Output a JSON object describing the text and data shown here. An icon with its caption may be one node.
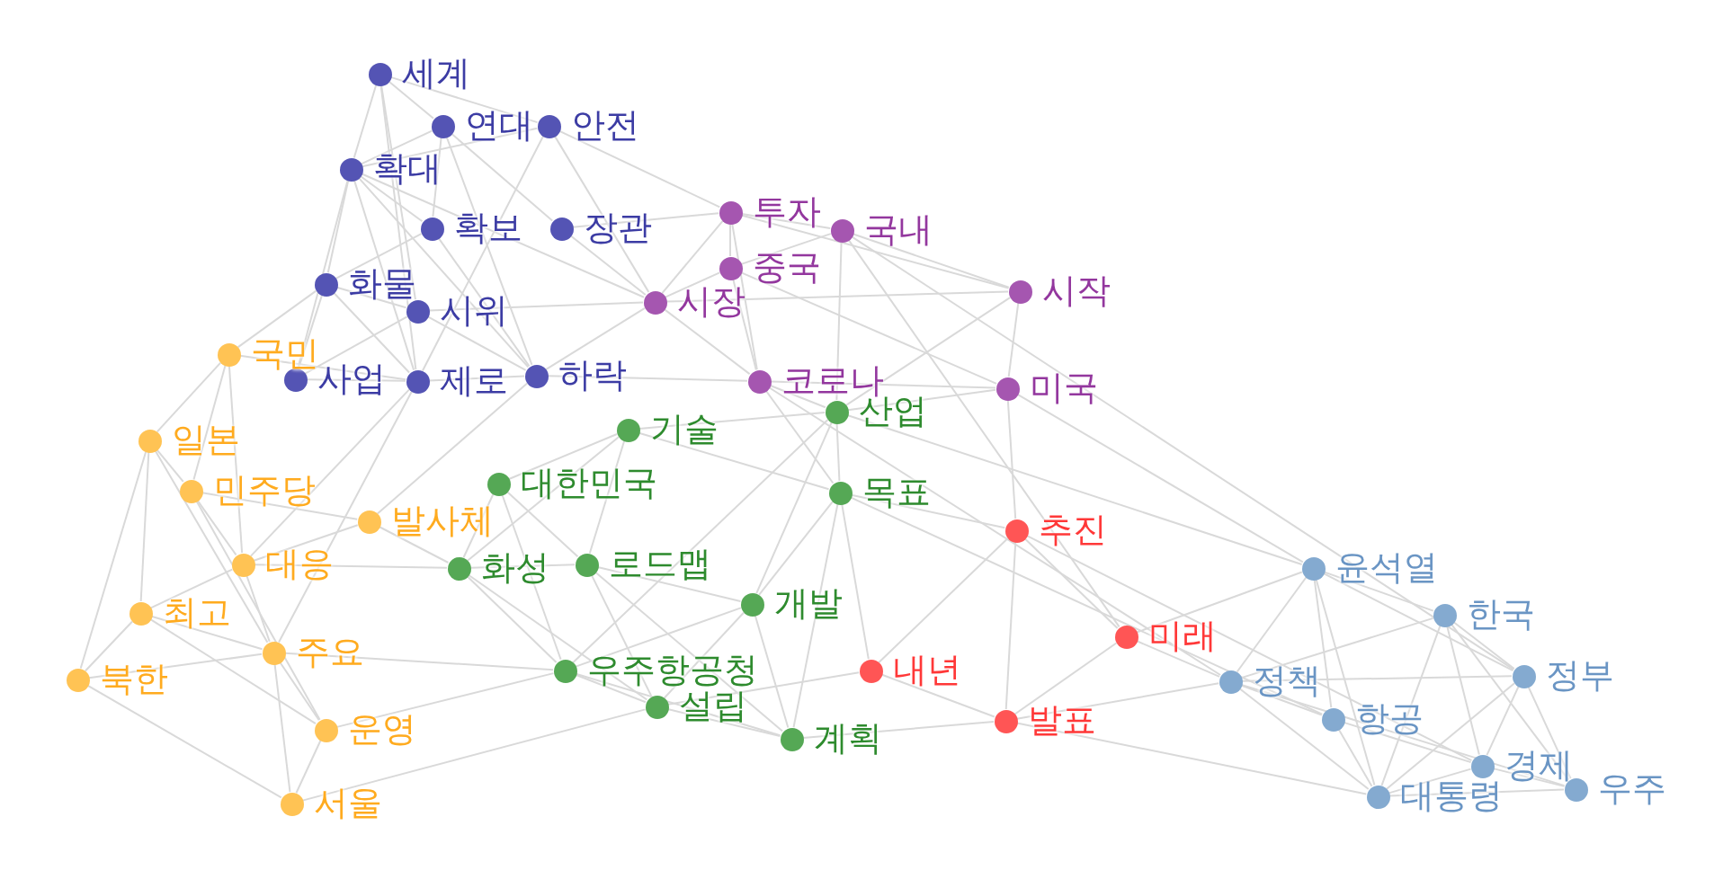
{
  "diagram": {
    "nodes": [
      {
        "text": [
          "세계"
        ]
      },
      {
        "text": [
          "연대"
        ]
      },
      {
        "text": [
          "안전"
        ]
      },
      {
        "text": [
          "확대"
        ]
      },
      {
        "text": [
          "확보"
        ]
      },
      {
        "text": [
          "장관"
        ]
      },
      {
        "text": [
          "화물"
        ]
      },
      {
        "text": [
          "시위"
        ]
      },
      {
        "text": [
          "사업"
        ]
      },
      {
        "text": [
          "제로"
        ]
      },
      {
        "text": [
          "하락"
        ]
      },
      {
        "text": [
          "투자"
        ]
      },
      {
        "text": [
          "국내"
        ]
      },
      {
        "text": [
          "중국"
        ]
      },
      {
        "text": [
          "시장"
        ]
      },
      {
        "text": [
          "시작"
        ]
      },
      {
        "text": [
          "코로나"
        ]
      },
      {
        "text": [
          "미국"
        ]
      },
      {
        "text": [
          "기술"
        ]
      },
      {
        "text": [
          "산업"
        ]
      },
      {
        "text": [
          "대한민국"
        ]
      },
      {
        "text": [
          "목표"
        ]
      },
      {
        "text": [
          "화성"
        ]
      },
      {
        "text": [
          "로드맵"
        ]
      },
      {
        "text": [
          "개발"
        ]
      },
      {
        "text": [
          "우주항공청"
        ]
      },
      {
        "text": [
          "설립"
        ]
      },
      {
        "text": [
          "계획"
        ]
      },
      {
        "text": [
          "국민"
        ]
      },
      {
        "text": [
          "일본"
        ]
      },
      {
        "text": [
          "민주당"
        ]
      },
      {
        "text": [
          "발사체"
        ]
      },
      {
        "text": [
          "대응"
        ]
      },
      {
        "text": [
          "최고"
        ]
      },
      {
        "text": [
          "주요"
        ]
      },
      {
        "text": [
          "북한"
        ]
      },
      {
        "text": [
          "운영"
        ]
      },
      {
        "text": [
          "서울"
        ]
      },
      {
        "text": [
          "추진"
        ]
      },
      {
        "text": [
          "미래"
        ]
      },
      {
        "text": [
          "내년"
        ]
      },
      {
        "text": [
          "발표"
        ]
      },
      {
        "text": [
          "윤석열"
        ]
      },
      {
        "text": [
          "한국"
        ]
      },
      {
        "text": [
          "정부"
        ]
      },
      {
        "text": [
          "정책"
        ]
      },
      {
        "text": [
          "항공"
        ]
      },
      {
        "text": [
          "경제"
        ]
      },
      {
        "text": [
          "대통령"
        ]
      },
      {
        "text": [
          "우주"
        ]
      }
    ],
    "edges": [
      {
        "from": 0,
        "to": 1,
        "arrow": "none"
      },
      {
        "from": 0,
        "to": 2,
        "arrow": "none"
      },
      {
        "from": 0,
        "to": 3,
        "arrow": "none"
      },
      {
        "from": 0,
        "to": 7,
        "arrow": "none"
      },
      {
        "from": 0,
        "to": 9,
        "arrow": "none"
      },
      {
        "from": 1,
        "to": 3,
        "arrow": "none"
      },
      {
        "from": 1,
        "to": 4,
        "arrow": "none"
      },
      {
        "from": 1,
        "to": 5,
        "arrow": "none"
      },
      {
        "from": 1,
        "to": 10,
        "arrow": "none"
      },
      {
        "from": 2,
        "to": 3,
        "arrow": "none"
      },
      {
        "from": 2,
        "to": 9,
        "arrow": "none"
      },
      {
        "from": 2,
        "to": 14,
        "arrow": "none"
      },
      {
        "from": 2,
        "to": 11,
        "arrow": "none"
      },
      {
        "from": 3,
        "to": 6,
        "arrow": "none"
      },
      {
        "from": 3,
        "to": 8,
        "arrow": "none"
      },
      {
        "from": 3,
        "to": 9,
        "arrow": "none"
      },
      {
        "from": 3,
        "to": 4,
        "arrow": "none"
      },
      {
        "from": 3,
        "to": 10,
        "arrow": "none"
      },
      {
        "from": 3,
        "to": 14,
        "arrow": "none"
      },
      {
        "from": 4,
        "to": 6,
        "arrow": "none"
      },
      {
        "from": 4,
        "to": 10,
        "arrow": "none"
      },
      {
        "from": 5,
        "to": 11,
        "arrow": "none"
      },
      {
        "from": 5,
        "to": 14,
        "arrow": "none"
      },
      {
        "from": 6,
        "to": 7,
        "arrow": "none"
      },
      {
        "from": 6,
        "to": 8,
        "arrow": "none"
      },
      {
        "from": 6,
        "to": 9,
        "arrow": "none"
      },
      {
        "from": 6,
        "to": 28,
        "arrow": "none"
      },
      {
        "from": 7,
        "to": 10,
        "arrow": "none"
      },
      {
        "from": 7,
        "to": 14,
        "arrow": "none"
      },
      {
        "from": 8,
        "to": 9,
        "arrow": "none"
      },
      {
        "from": 8,
        "to": 7,
        "arrow": "none"
      },
      {
        "from": 9,
        "to": 10,
        "arrow": "none"
      },
      {
        "from": 9,
        "to": 32,
        "arrow": "none"
      },
      {
        "from": 9,
        "to": 34,
        "arrow": "none"
      },
      {
        "from": 10,
        "to": 16,
        "arrow": "none"
      },
      {
        "from": 10,
        "to": 14,
        "arrow": "none"
      },
      {
        "from": 10,
        "to": 31,
        "arrow": "none"
      },
      {
        "from": 11,
        "to": 12,
        "arrow": "none"
      },
      {
        "from": 11,
        "to": 13,
        "arrow": "none"
      },
      {
        "from": 11,
        "to": 14,
        "arrow": "none"
      },
      {
        "from": 11,
        "to": 16,
        "arrow": "none"
      },
      {
        "from": 11,
        "to": 15,
        "arrow": "none"
      },
      {
        "from": 12,
        "to": 13,
        "arrow": "none"
      },
      {
        "from": 12,
        "to": 15,
        "arrow": "none"
      },
      {
        "from": 12,
        "to": 19,
        "arrow": "none"
      },
      {
        "from": 12,
        "to": 39,
        "arrow": "none"
      },
      {
        "from": 13,
        "to": 14,
        "arrow": "none"
      },
      {
        "from": 13,
        "to": 17,
        "arrow": "none"
      },
      {
        "from": 13,
        "to": 16,
        "arrow": "none"
      },
      {
        "from": 14,
        "to": 16,
        "arrow": "none"
      },
      {
        "from": 14,
        "to": 15,
        "arrow": "none"
      },
      {
        "from": 15,
        "to": 17,
        "arrow": "none"
      },
      {
        "from": 15,
        "to": 19,
        "arrow": "none"
      },
      {
        "from": 16,
        "to": 17,
        "arrow": "none"
      },
      {
        "from": 16,
        "to": 19,
        "arrow": "none"
      },
      {
        "from": 16,
        "to": 21,
        "arrow": "none"
      },
      {
        "from": 17,
        "to": 19,
        "arrow": "none"
      },
      {
        "from": 17,
        "to": 38,
        "arrow": "none"
      },
      {
        "from": 17,
        "to": 42,
        "arrow": "none"
      },
      {
        "from": 18,
        "to": 19,
        "arrow": "none"
      },
      {
        "from": 18,
        "to": 20,
        "arrow": "none"
      },
      {
        "from": 18,
        "to": 23,
        "arrow": "none"
      },
      {
        "from": 18,
        "to": 22,
        "arrow": "none"
      },
      {
        "from": 18,
        "to": 21,
        "arrow": "none"
      },
      {
        "from": 19,
        "to": 21,
        "arrow": "none"
      },
      {
        "from": 19,
        "to": 24,
        "arrow": "none"
      },
      {
        "from": 19,
        "to": 25,
        "arrow": "none"
      },
      {
        "from": 20,
        "to": 22,
        "arrow": "none"
      },
      {
        "from": 20,
        "to": 23,
        "arrow": "none"
      },
      {
        "from": 20,
        "to": 25,
        "arrow": "none"
      },
      {
        "from": 21,
        "to": 24,
        "arrow": "none"
      },
      {
        "from": 21,
        "to": 27,
        "arrow": "none"
      },
      {
        "from": 21,
        "to": 40,
        "arrow": "none"
      },
      {
        "from": 21,
        "to": 38,
        "arrow": "none"
      },
      {
        "from": 22,
        "to": 23,
        "arrow": "none"
      },
      {
        "from": 22,
        "to": 25,
        "arrow": "none"
      },
      {
        "from": 22,
        "to": 26,
        "arrow": "none"
      },
      {
        "from": 23,
        "to": 24,
        "arrow": "none"
      },
      {
        "from": 23,
        "to": 26,
        "arrow": "none"
      },
      {
        "from": 23,
        "to": 27,
        "arrow": "none"
      },
      {
        "from": 24,
        "to": 25,
        "arrow": "none"
      },
      {
        "from": 24,
        "to": 26,
        "arrow": "none"
      },
      {
        "from": 24,
        "to": 27,
        "arrow": "none"
      },
      {
        "from": 25,
        "to": 26,
        "arrow": "none"
      },
      {
        "from": 25,
        "to": 27,
        "arrow": "none"
      },
      {
        "from": 26,
        "to": 27,
        "arrow": "none"
      },
      {
        "from": 26,
        "to": 40,
        "arrow": "none"
      },
      {
        "from": 27,
        "to": 41,
        "arrow": "none"
      },
      {
        "from": 28,
        "to": 29,
        "arrow": "none"
      },
      {
        "from": 28,
        "to": 30,
        "arrow": "none"
      },
      {
        "from": 28,
        "to": 32,
        "arrow": "none"
      },
      {
        "from": 28,
        "to": 9,
        "arrow": "none"
      },
      {
        "from": 29,
        "to": 30,
        "arrow": "none"
      },
      {
        "from": 29,
        "to": 33,
        "arrow": "none"
      },
      {
        "from": 29,
        "to": 35,
        "arrow": "none"
      },
      {
        "from": 29,
        "to": 34,
        "arrow": "none"
      },
      {
        "from": 30,
        "to": 32,
        "arrow": "none"
      },
      {
        "from": 30,
        "to": 31,
        "arrow": "none"
      },
      {
        "from": 30,
        "to": 36,
        "arrow": "none"
      },
      {
        "from": 31,
        "to": 32,
        "arrow": "none"
      },
      {
        "from": 31,
        "to": 22,
        "arrow": "none"
      },
      {
        "from": 32,
        "to": 33,
        "arrow": "none"
      },
      {
        "from": 32,
        "to": 34,
        "arrow": "none"
      },
      {
        "from": 32,
        "to": 22,
        "arrow": "none"
      },
      {
        "from": 33,
        "to": 34,
        "arrow": "none"
      },
      {
        "from": 33,
        "to": 35,
        "arrow": "none"
      },
      {
        "from": 33,
        "to": 36,
        "arrow": "none"
      },
      {
        "from": 34,
        "to": 35,
        "arrow": "none"
      },
      {
        "from": 34,
        "to": 36,
        "arrow": "none"
      },
      {
        "from": 34,
        "to": 37,
        "arrow": "none"
      },
      {
        "from": 34,
        "to": 25,
        "arrow": "none"
      },
      {
        "from": 35,
        "to": 37,
        "arrow": "none"
      },
      {
        "from": 36,
        "to": 37,
        "arrow": "none"
      },
      {
        "from": 36,
        "to": 25,
        "arrow": "none"
      },
      {
        "from": 37,
        "to": 26,
        "arrow": "none"
      },
      {
        "from": 38,
        "to": 39,
        "arrow": "none"
      },
      {
        "from": 38,
        "to": 41,
        "arrow": "none"
      },
      {
        "from": 38,
        "to": 40,
        "arrow": "none"
      },
      {
        "from": 38,
        "to": 47,
        "arrow": "none"
      },
      {
        "from": 39,
        "to": 45,
        "arrow": "none"
      },
      {
        "from": 39,
        "to": 41,
        "arrow": "none"
      },
      {
        "from": 39,
        "to": 42,
        "arrow": "none"
      },
      {
        "from": 40,
        "to": 41,
        "arrow": "none"
      },
      {
        "from": 41,
        "to": 48,
        "arrow": "none"
      },
      {
        "from": 41,
        "to": 45,
        "arrow": "none"
      },
      {
        "from": 42,
        "to": 43,
        "arrow": "none"
      },
      {
        "from": 42,
        "to": 45,
        "arrow": "none"
      },
      {
        "from": 42,
        "to": 46,
        "arrow": "none"
      },
      {
        "from": 42,
        "to": 48,
        "arrow": "none"
      },
      {
        "from": 42,
        "to": 44,
        "arrow": "none"
      },
      {
        "from": 43,
        "to": 44,
        "arrow": "none"
      },
      {
        "from": 43,
        "to": 45,
        "arrow": "none"
      },
      {
        "from": 43,
        "to": 47,
        "arrow": "none"
      },
      {
        "from": 43,
        "to": 48,
        "arrow": "none"
      },
      {
        "from": 43,
        "to": 49,
        "arrow": "none"
      },
      {
        "from": 44,
        "to": 45,
        "arrow": "none"
      },
      {
        "from": 44,
        "to": 47,
        "arrow": "none"
      },
      {
        "from": 44,
        "to": 48,
        "arrow": "none"
      },
      {
        "from": 44,
        "to": 49,
        "arrow": "none"
      },
      {
        "from": 45,
        "to": 46,
        "arrow": "none"
      },
      {
        "from": 45,
        "to": 48,
        "arrow": "none"
      },
      {
        "from": 45,
        "to": 49,
        "arrow": "none"
      },
      {
        "from": 46,
        "to": 47,
        "arrow": "none"
      },
      {
        "from": 46,
        "to": 48,
        "arrow": "none"
      },
      {
        "from": 47,
        "to": 48,
        "arrow": "none"
      },
      {
        "from": 47,
        "to": 49,
        "arrow": "none"
      },
      {
        "from": 48,
        "to": 49,
        "arrow": "none"
      },
      {
        "from": 16,
        "to": 45,
        "arrow": "none"
      },
      {
        "from": 19,
        "to": 42,
        "arrow": "none"
      },
      {
        "from": 12,
        "to": 44,
        "arrow": "none"
      },
      {
        "from": 21,
        "to": 46,
        "arrow": "none"
      }
    ]
  }
}
